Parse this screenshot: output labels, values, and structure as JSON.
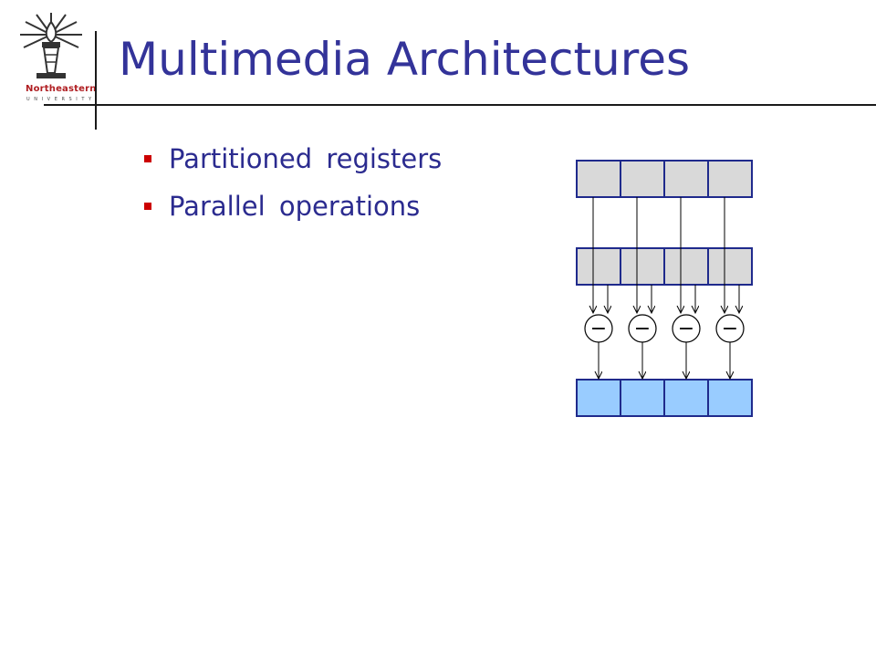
{
  "logo": {
    "name": "Northeastern",
    "subtitle": "UNIVERSITY"
  },
  "title": "Multimedia Architectures",
  "bullets": [
    "Partitioned registers",
    "Parallel operations"
  ],
  "diagram": {
    "lanes": 4,
    "operator_symbol": "−",
    "colors": {
      "source_fill": "#d9d9d9",
      "result_fill": "#99ccff",
      "register_border": "#1f2a8c",
      "line": "#000000"
    }
  },
  "colors": {
    "title": "#333399",
    "bullet_text": "#2b2b8f",
    "bullet_marker": "#cc0000"
  }
}
